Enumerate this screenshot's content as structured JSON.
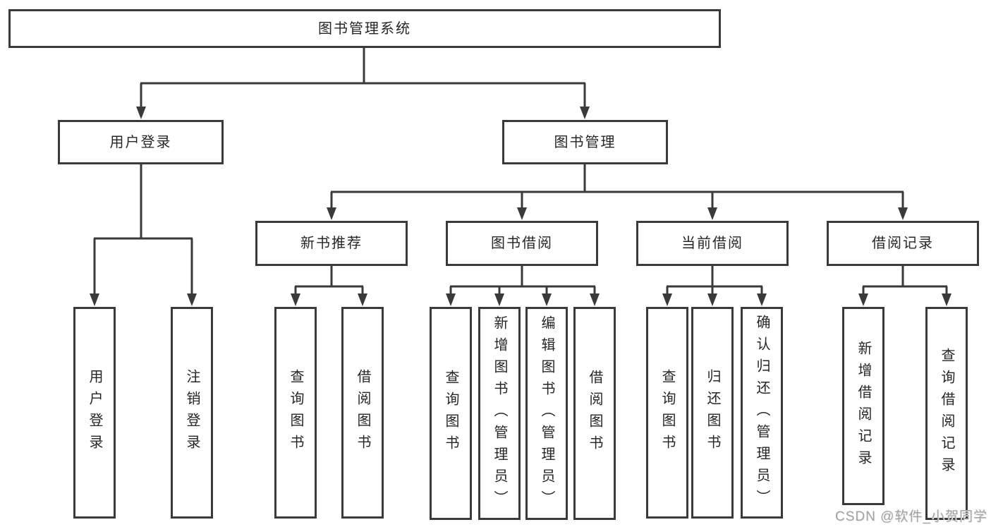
{
  "colors": {
    "line": "#3a3a3a",
    "box_border": "#3a3a3a",
    "text": "#262626",
    "watermark": "#a3a3a3",
    "background": "#ffffff"
  },
  "watermark": "CSDN @软件_小贺同学",
  "tree": {
    "root": "图书管理系统",
    "branches": [
      {
        "label": "用户登录",
        "children": [
          {
            "label": "用户登录"
          },
          {
            "label": "注销登录"
          }
        ]
      },
      {
        "label": "图书管理",
        "children": [
          {
            "label": "新书推荐",
            "children": [
              {
                "label": "查询图书"
              },
              {
                "label": "借阅图书"
              }
            ]
          },
          {
            "label": "图书借阅",
            "children": [
              {
                "label": "查询图书"
              },
              {
                "label": "新增图书（管理员）"
              },
              {
                "label": "编辑图书（管理员）"
              },
              {
                "label": "借阅图书"
              }
            ]
          },
          {
            "label": "当前借阅",
            "children": [
              {
                "label": "查询图书"
              },
              {
                "label": "归还图书"
              },
              {
                "label": "确认归还（管理员）"
              }
            ]
          },
          {
            "label": "借阅记录",
            "children": [
              {
                "label": "新增借阅记录"
              },
              {
                "label": "查询借阅记录"
              }
            ]
          }
        ]
      }
    ]
  }
}
